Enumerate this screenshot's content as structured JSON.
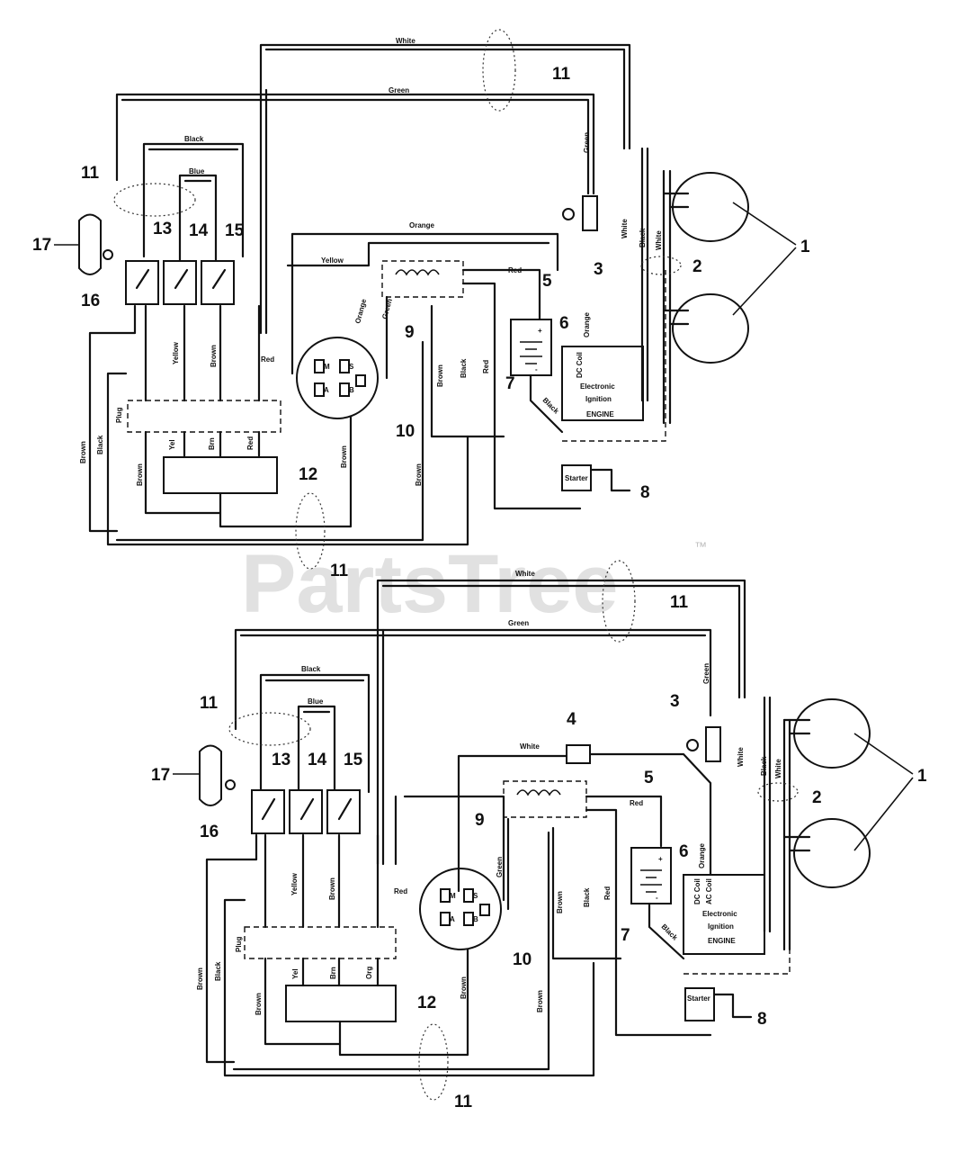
{
  "watermark": {
    "brand": "PartsTree",
    "tm": "™"
  },
  "callouts": [
    "1",
    "2",
    "3",
    "4",
    "5",
    "6",
    "7",
    "8",
    "9",
    "10",
    "11",
    "12",
    "13",
    "14",
    "15",
    "16",
    "17"
  ],
  "wire_labels": {
    "white": "White",
    "green": "Green",
    "black": "Black",
    "blue": "Blue",
    "orange": "Orange",
    "yellow": "Yellow",
    "brown": "Brown",
    "red": "Red",
    "plug": "Plug",
    "yel": "Yel",
    "brn": "Brn",
    "org": "Org"
  },
  "component_labels": {
    "dc_coil": "DC Coil",
    "ac_coil": "AC Coil",
    "electronic": "Electronic",
    "ignition": "Ignition",
    "engine": "ENGINE",
    "starter": "Starter",
    "plus": "+",
    "minus": "-"
  },
  "switch_terminals": {
    "m": "M",
    "a": "A",
    "b": "B",
    "s": "S"
  }
}
